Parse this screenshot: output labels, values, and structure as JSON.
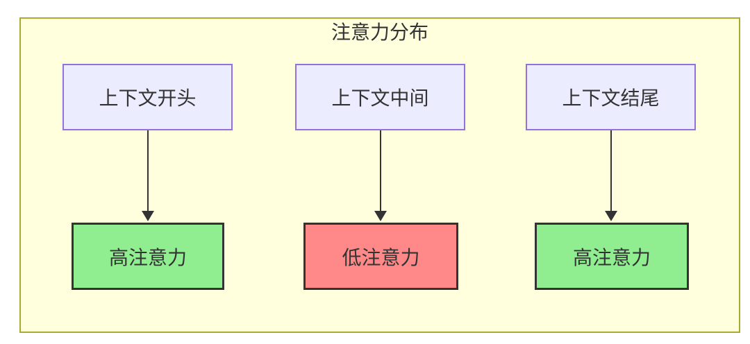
{
  "diagram": {
    "title": "注意力分布",
    "nodes": {
      "top": [
        {
          "id": "context-start",
          "label": "上下文开头"
        },
        {
          "id": "context-middle",
          "label": "上下文中间"
        },
        {
          "id": "context-end",
          "label": "上下文结尾"
        }
      ],
      "bottom": [
        {
          "id": "attention-left",
          "label": "高注意力",
          "level": "high"
        },
        {
          "id": "attention-middle",
          "label": "低注意力",
          "level": "low"
        },
        {
          "id": "attention-right",
          "label": "高注意力",
          "level": "high"
        }
      ]
    },
    "edges": [
      {
        "from": "context-start",
        "to": "attention-left"
      },
      {
        "from": "context-middle",
        "to": "attention-middle"
      },
      {
        "from": "context-end",
        "to": "attention-right"
      }
    ],
    "colors": {
      "page_background": "#FFFFFF",
      "container_fill": "#FFFFDE",
      "container_border": "#AAAA33",
      "top_node_fill": "#ECECFF",
      "top_node_border": "#9370DB",
      "high_attention_fill": "#90EE90",
      "low_attention_fill": "#FF8888",
      "bottom_node_border": "#333333",
      "arrow": "#333333",
      "text": "#333333"
    }
  }
}
